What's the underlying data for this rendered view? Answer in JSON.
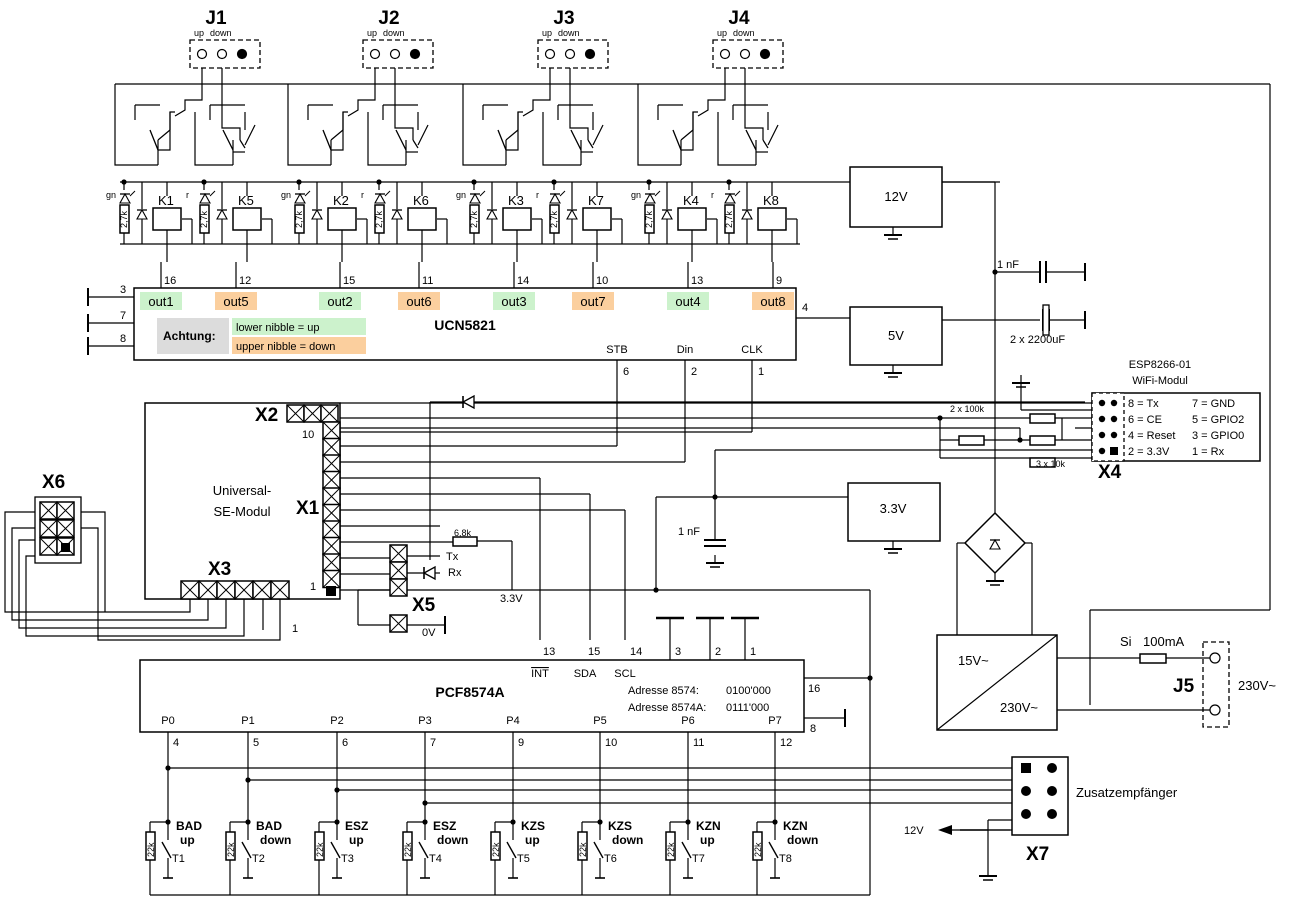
{
  "jumpers": [
    {
      "name": "J1",
      "up": "up",
      "down": "down"
    },
    {
      "name": "J2",
      "up": "up",
      "down": "down"
    },
    {
      "name": "J3",
      "up": "up",
      "down": "down"
    },
    {
      "name": "J4",
      "up": "up",
      "down": "down"
    }
  ],
  "relays": [
    "K1",
    "K5",
    "K2",
    "K6",
    "K3",
    "K7",
    "K4",
    "K8"
  ],
  "led_labels": [
    "gn",
    "r",
    "gn",
    "r",
    "gn",
    "r",
    "gn",
    "r"
  ],
  "led_resistor": "2,7k",
  "uln": {
    "name": "UCN5821",
    "outputs": [
      "out1",
      "out5",
      "out2",
      "out6",
      "out3",
      "out7",
      "out4",
      "out8"
    ],
    "pins_top": [
      "16",
      "12",
      "15",
      "11",
      "14",
      "10",
      "13",
      "9"
    ],
    "pins_left": [
      "3",
      "7",
      "8"
    ],
    "pin_right": "4",
    "note_label": "Achtung:",
    "note_lower": "lower nibble = up",
    "note_upper": "upper nibble = down",
    "ctrl": [
      "STB",
      "Din",
      "CLK"
    ],
    "ctrl_pins": [
      "6",
      "2",
      "1"
    ]
  },
  "supplies": {
    "v12": "12V",
    "v5": "5V",
    "v33": "3.3V"
  },
  "caps": {
    "c1": "1 nF",
    "c2": "2 x 2200uF",
    "c3": "1 nF"
  },
  "esp": {
    "title1": "ESP8266-01",
    "title2": "WiFi-Modul",
    "pins": [
      "8 = Tx",
      "6 = CE",
      "4 = Reset",
      "2 = 3.3V",
      "7 = GND",
      "5 = GPIO2",
      "3 = GPIO0",
      "1 = Rx"
    ],
    "name": "X4",
    "res1": "2 x 100k",
    "res2": "3 x 10k"
  },
  "module": {
    "line1": "Universal-",
    "line2": "SE-Modul",
    "x1": "X1",
    "x2": "X2",
    "x3": "X3",
    "x5": "X5",
    "x6": "X6",
    "pin10": "10",
    "pin1": "1",
    "x3pin1": "1",
    "tx": "Tx",
    "rx": "Rx",
    "res": "6,8k",
    "v33": "3.3V",
    "gnd": "0V"
  },
  "pcf": {
    "name": "PCF8574A",
    "int": "INT",
    "sda": "SDA",
    "scl": "SCL",
    "pin_int": "13",
    "pin_sda": "15",
    "pin_scl": "14",
    "addr_pins": [
      "3",
      "2",
      "1"
    ],
    "pin16": "16",
    "pin8": "8",
    "addr1_label": "Adresse 8574:",
    "addr1_val": "0100'000",
    "addr2_label": "Adresse 8574A:",
    "addr2_val": "0111'000",
    "ports": [
      "P0",
      "P1",
      "P2",
      "P3",
      "P4",
      "P5",
      "P6",
      "P7"
    ],
    "port_pins": [
      "4",
      "5",
      "6",
      "7",
      "9",
      "10",
      "11",
      "12"
    ]
  },
  "buttons": [
    {
      "l1": "BAD",
      "l2": "up",
      "t": "T1"
    },
    {
      "l1": "BAD",
      "l2": "down",
      "t": "T2"
    },
    {
      "l1": "ESZ",
      "l2": "up",
      "t": "T3"
    },
    {
      "l1": "ESZ",
      "l2": "down",
      "t": "T4"
    },
    {
      "l1": "KZS",
      "l2": "up",
      "t": "T5"
    },
    {
      "l1": "KZS",
      "l2": "down",
      "t": "T6"
    },
    {
      "l1": "KZN",
      "l2": "up",
      "t": "T7"
    },
    {
      "l1": "KZN",
      "l2": "down",
      "t": "T8"
    }
  ],
  "btn_res": "22k",
  "psu": {
    "in": "15V~",
    "out": "230V~",
    "fuse": "Si",
    "fuse_val": "100mA",
    "j5": "J5",
    "mains": "230V~"
  },
  "x7": {
    "name": "X7",
    "label": "Zusatzempfänger",
    "v12": "12V"
  }
}
